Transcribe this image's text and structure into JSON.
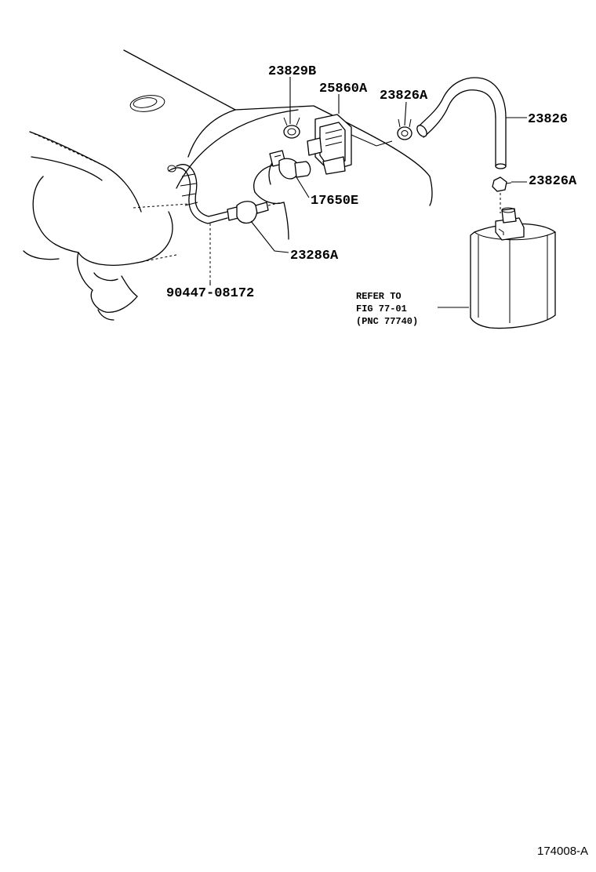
{
  "callouts": {
    "p23829b": "23829B",
    "p25860a": "25860A",
    "p23826a_top": "23826A",
    "p23826": "23826",
    "p23826a_right": "23826A",
    "p17650e": "17650E",
    "p23286a": "23286A",
    "p90447": "90447-08172"
  },
  "reference_note": {
    "line1": "REFER TO",
    "line2": "FIG 77-01",
    "line3": "(PNC 77740)"
  },
  "figure_id": "174008-A"
}
